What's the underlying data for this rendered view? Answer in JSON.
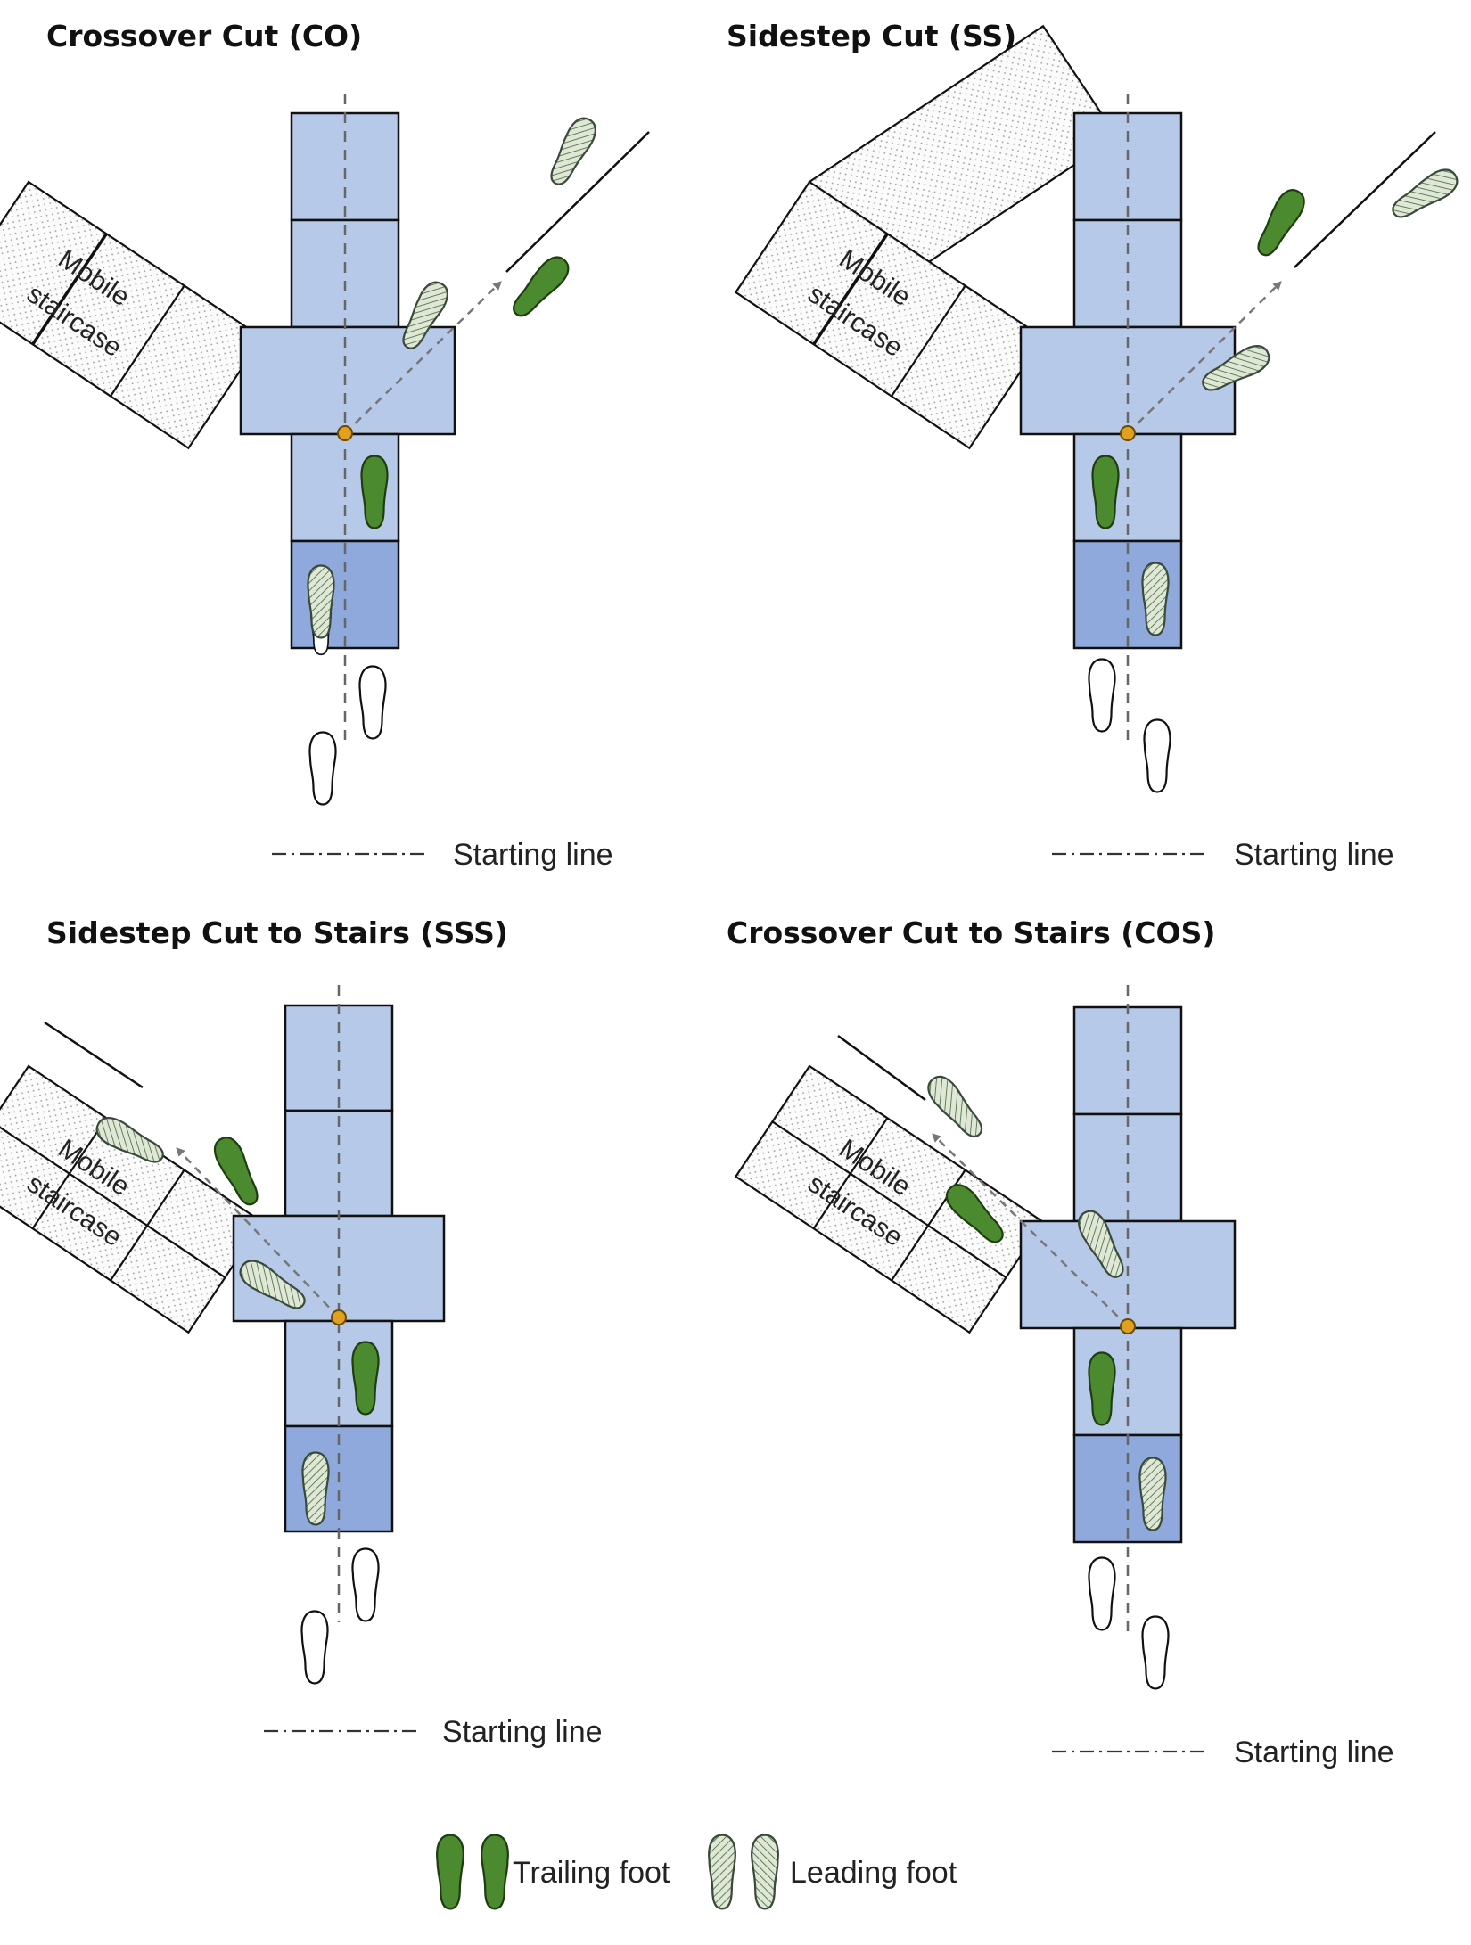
{
  "panels": [
    {
      "title": "Crossover Cut (CO)",
      "staircase": [
        "Mobile",
        "staircase"
      ],
      "start_label": "Starting line"
    },
    {
      "title": "Sidestep Cut (SS)",
      "staircase": [
        "Mobile",
        "staircase"
      ],
      "start_label": "Starting line"
    },
    {
      "title": "Sidestep Cut to Stairs (SSS)",
      "staircase": [
        "Mobile",
        "staircase"
      ],
      "start_label": "Starting line"
    },
    {
      "title": "Crossover Cut to Stairs (COS)",
      "staircase": [
        "Mobile",
        "staircase"
      ],
      "start_label": "Starting line"
    }
  ],
  "legend": {
    "trailing": "Trailing foot",
    "leading": "Leading foot"
  },
  "colors": {
    "plate": "#b7c9e8",
    "plate_dark": "#8fa9dd",
    "trailing_foot": "#4b8a2f",
    "marker": "#e0a020"
  }
}
